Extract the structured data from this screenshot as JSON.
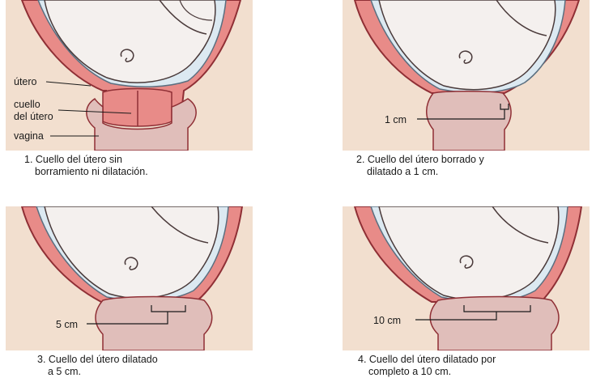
{
  "panels": [
    {
      "labels": {
        "uterus": "útero",
        "cervix_line1": "cuello",
        "cervix_line2": "del útero",
        "vagina": "vagina"
      },
      "caption": [
        "1. Cuello del útero sin",
        "borramiento ni dilatación."
      ]
    },
    {
      "measure": "1 cm",
      "caption": [
        "2. Cuello del útero borrado y",
        "dilatado a 1 cm."
      ]
    },
    {
      "measure": "5 cm",
      "caption": [
        "3. Cuello del útero dilatado",
        "a 5 cm."
      ]
    },
    {
      "measure": "10 cm",
      "caption": [
        "4. Cuello del útero dilatado por",
        "completo a 10 cm."
      ]
    }
  ],
  "colors": {
    "background": "#ffffff",
    "tissue_beige": "#f2dfcf",
    "uterus_pink": "#e88b88",
    "uterus_outline": "#8f2f35",
    "membrane_blue": "#dce9f1",
    "baby_skin": "#f4f0ee",
    "vagina_mauve": "#e0beba",
    "outline": "#3a3030"
  },
  "icons": [
    "fetus-head-illustration",
    "ear-icon"
  ]
}
